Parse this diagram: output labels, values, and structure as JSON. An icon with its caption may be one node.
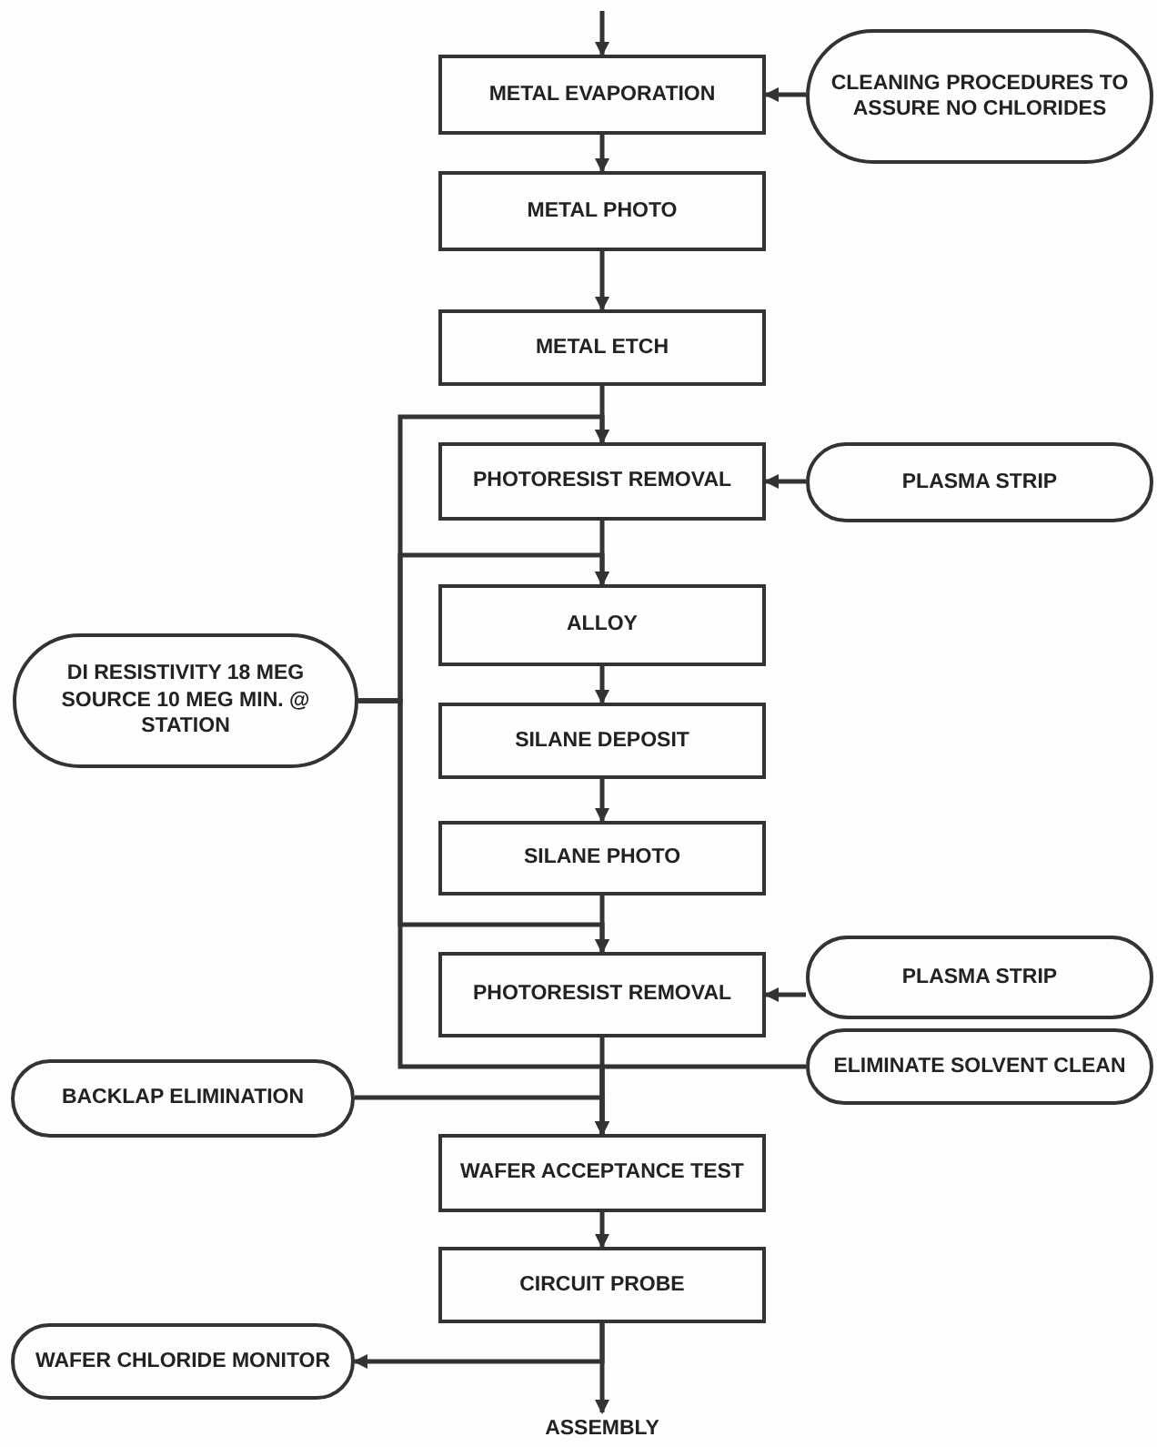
{
  "diagram": {
    "nodes": [
      {
        "text": [
          "METAL EVAPORATION"
        ]
      },
      {
        "text": [
          "CLEANING PROCEDURES TO ASSURE NO CHLORIDES"
        ]
      },
      {
        "text": [
          "METAL PHOTO"
        ]
      },
      {
        "text": [
          "METAL ETCH"
        ]
      },
      {
        "text": [
          "PHOTORESIST REMOVAL"
        ]
      },
      {
        "text": [
          "PLASMA STRIP"
        ]
      },
      {
        "text": [
          "DI RESISTIVITY 18 MEG SOURCE 10 MEG MIN. @ STATION"
        ]
      },
      {
        "text": [
          "ALLOY"
        ]
      },
      {
        "text": [
          "SILANE DEPOSIT"
        ]
      },
      {
        "text": [
          "SILANE PHOTO"
        ]
      },
      {
        "text": [
          "PHOTORESIST REMOVAL"
        ]
      },
      {
        "text": [
          "PLASMA STRIP"
        ]
      },
      {
        "text": [
          "BACKLAP ELIMINATION"
        ]
      },
      {
        "text": [
          "ELIMINATE SOLVENT CLEAN"
        ]
      },
      {
        "text": [
          "WAFER ACCEPTANCE TEST"
        ]
      },
      {
        "text": [
          "CIRCUIT PROBE"
        ]
      },
      {
        "text": [
          "WAFER CHLORIDE MONITOR"
        ]
      },
      {
        "text": [
          "ASSEMBLY"
        ]
      }
    ],
    "edges": [
      {
        "from": null,
        "to": 0,
        "arrow": "to"
      },
      {
        "from": 1,
        "to": 0,
        "arrow": "to"
      },
      {
        "from": 0,
        "to": 2,
        "arrow": "to"
      },
      {
        "from": 2,
        "to": 3,
        "arrow": "to"
      },
      {
        "from": 3,
        "to": 4,
        "arrow": "to"
      },
      {
        "from": 5,
        "to": 4,
        "arrow": "to"
      },
      {
        "from": 6,
        "to": 4,
        "arrow": "to"
      },
      {
        "from": 6,
        "to": 7,
        "arrow": "to"
      },
      {
        "from": 6,
        "to": 10,
        "arrow": "to"
      },
      {
        "from": 6,
        "to": 14,
        "arrow": "to"
      },
      {
        "from": 4,
        "to": 7,
        "arrow": "to"
      },
      {
        "from": 7,
        "to": 8,
        "arrow": "to"
      },
      {
        "from": 8,
        "to": 9,
        "arrow": "to"
      },
      {
        "from": 9,
        "to": 10,
        "arrow": "to"
      },
      {
        "from": 11,
        "to": 10,
        "arrow": "to"
      },
      {
        "from": 10,
        "to": 14,
        "arrow": "to"
      },
      {
        "from": 13,
        "to": 14,
        "arrow": "to"
      },
      {
        "from": 12,
        "to": 14,
        "arrow": "to"
      },
      {
        "from": 14,
        "to": 15,
        "arrow": "to"
      },
      {
        "from": 15,
        "to": 16,
        "arrow": "to"
      },
      {
        "from": 15,
        "to": 17,
        "arrow": "to"
      }
    ]
  }
}
